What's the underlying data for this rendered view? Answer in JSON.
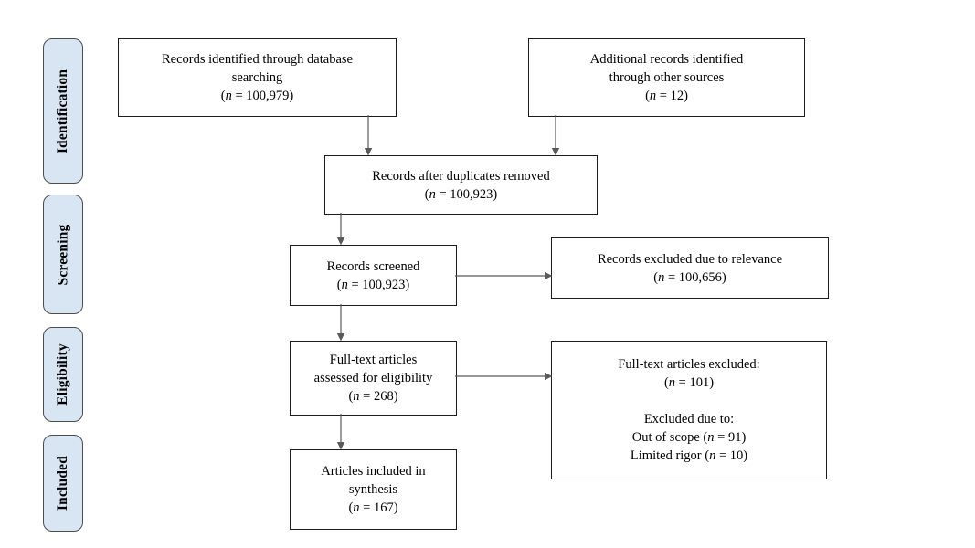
{
  "diagram": {
    "type": "prisma-flow",
    "stages": [
      {
        "label": "Identification"
      },
      {
        "label": "Screening"
      },
      {
        "label": "Eligibility"
      },
      {
        "label": "Included"
      }
    ],
    "boxes": {
      "records_identified": {
        "lines": [
          "Records identified through database",
          "searching",
          "(n = 100,979)"
        ]
      },
      "additional_records": {
        "lines": [
          "Additional records identified",
          "through other sources",
          "(n = 12)"
        ]
      },
      "duplicates_removed": {
        "lines": [
          "Records after duplicates removed",
          "(n = 100,923)"
        ]
      },
      "records_screened": {
        "lines": [
          "Records screened",
          "(n = 100,923)"
        ]
      },
      "records_excluded": {
        "lines": [
          "Records excluded due to relevance",
          "(n = 100,656)"
        ]
      },
      "fulltext_assessed": {
        "lines": [
          "Full-text articles",
          "assessed for eligibility",
          "(n = 268)"
        ]
      },
      "fulltext_excluded": {
        "lines": [
          "Full-text articles excluded:",
          "(n = 101)",
          "",
          "Excluded due to:",
          "Out of scope (n = 91)",
          "Limited rigor (n = 10)"
        ]
      },
      "articles_included": {
        "lines": [
          "Articles included in",
          "synthesis",
          "(n = 167)"
        ]
      }
    },
    "colors": {
      "background": "#ffffff",
      "stage_fill": "#d8e5f3",
      "stage_border": "#4d4d4d",
      "box_border": "#1c1c1c",
      "arrow": "#595959",
      "text": "#000000"
    }
  }
}
